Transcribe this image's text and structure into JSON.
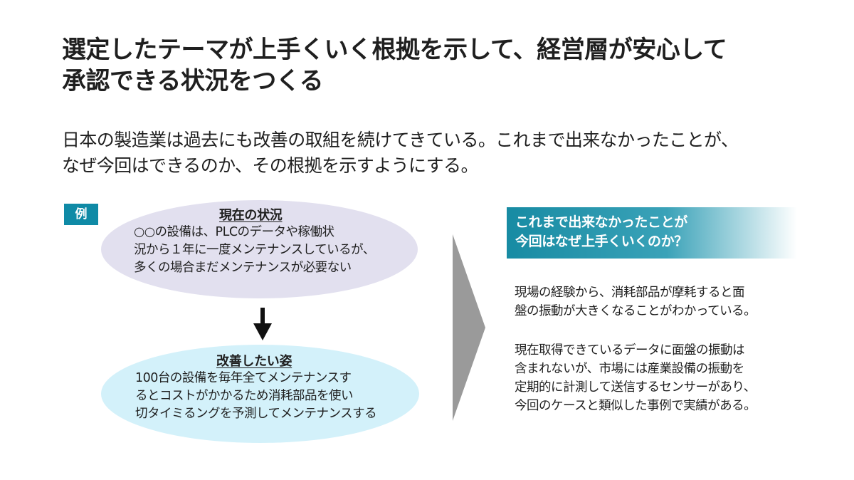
{
  "title": {
    "line1": "選定したテーマが上手くいく根拠を示して、経営層が安心して",
    "line2": "承認できる状況をつくる"
  },
  "subtitle": {
    "line1": "日本の製造業は過去にも改善の取組を続けてきている。これまで出来なかったことが、",
    "line2": "なぜ今回はできるのか、その根拠を示すようにする。"
  },
  "example_label": "例",
  "current_state": {
    "heading": "現在の状況",
    "lines": [
      "○○の設備は、PLCのデータや稼働状",
      "況から１年に一度メンテナンスしているが、",
      "多くの場合まだメンテナンスが必要ない"
    ]
  },
  "desired_state": {
    "heading": "改善したい姿",
    "lines": [
      "100台の設備を毎年全てメンテナンスす",
      "るとコストがかかるため消耗部品を使い",
      "切タイミるングを予測してメンテナンスする"
    ]
  },
  "question_banner": {
    "line1": "これまで出来なかったことが",
    "line2": "今回はなぜ上手くいくのか？"
  },
  "answer_paragraphs": [
    {
      "lines": [
        "現場の経験から、消耗部品が摩耗すると面",
        "盤の振動が大きくなることがわかっている。"
      ]
    },
    {
      "lines": [
        "現在取得できているデータに面盤の振動は",
        "含まれないが、市場には産業設備の振動を",
        "定期的に計測して送信するセンサーがあり、",
        "今回のケースと類似した事例で実績がある。"
      ]
    }
  ],
  "colors": {
    "accent": "#0f8aa6",
    "current_ellipse": "#e2e0ef",
    "desired_ellipse": "#d3f1fa",
    "chevron": "#9a9a9a"
  }
}
